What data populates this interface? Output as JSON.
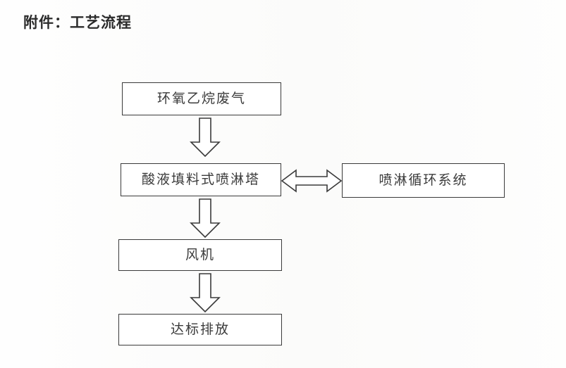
{
  "document": {
    "title": "附件：工艺流程",
    "title_text": "附件：工艺流程"
  },
  "colors": {
    "page_background": "#ffffff",
    "box_border": "#3a3a3a",
    "box_fill": "#ffffff",
    "text": "#3b3b3b",
    "title_text": "#2b2b2b",
    "arrow_stroke": "#3a3a3a",
    "arrow_fill": "#ffffff"
  },
  "diagram": {
    "type": "flowchart",
    "orientation": "vertical",
    "nodes": [
      {
        "id": "waste-gas",
        "label": "环氧乙烷废气",
        "shape": "rectangle"
      },
      {
        "id": "spray-tower",
        "label": "酸液填料式喷淋塔",
        "shape": "rectangle"
      },
      {
        "id": "circulation-system",
        "label": "喷淋循环系统",
        "shape": "rectangle"
      },
      {
        "id": "fan",
        "label": "风机",
        "shape": "rectangle"
      },
      {
        "id": "discharge",
        "label": "达标排放",
        "shape": "rectangle"
      }
    ],
    "edges": [
      {
        "id": "edge-waste-gas-to-spray-tower",
        "from": "waste-gas",
        "to": "spray-tower",
        "direction": "down",
        "style": "block-arrow"
      },
      {
        "id": "edge-spray-tower-to-circulation",
        "from": "spray-tower",
        "to": "circulation-system",
        "direction": "bidirectional",
        "style": "block-arrow"
      },
      {
        "id": "edge-spray-tower-to-fan",
        "from": "spray-tower",
        "to": "fan",
        "direction": "down",
        "style": "block-arrow"
      },
      {
        "id": "edge-fan-to-discharge",
        "from": "fan",
        "to": "discharge",
        "direction": "down",
        "style": "block-arrow"
      }
    ]
  },
  "icons": {
    "arrow_down": "arrow-down-block-icon",
    "arrow_bidirectional": "arrow-left-right-block-icon"
  }
}
